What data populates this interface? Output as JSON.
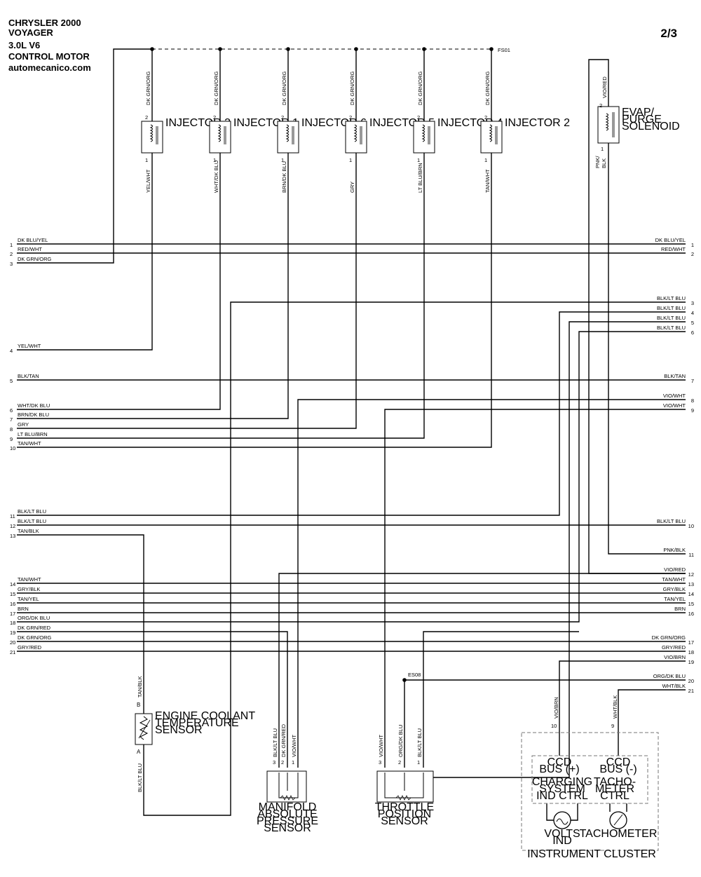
{
  "header": {
    "line1": "CHRYSLER 2000",
    "line2": "VOYAGER",
    "line3": "3.0L V6",
    "line4": "CONTROL MOTOR",
    "line5": "automecanico.com"
  },
  "page_number": "2/3",
  "splice_top": "FS01",
  "splice_bottom": "ES08",
  "injectors": [
    {
      "name": "INJECTOR 3",
      "top_wire": "DK GRN/ORG",
      "bottom_wire": "YEL/WHT"
    },
    {
      "name": "INJECTOR 1",
      "top_wire": "DK GRN/ORG",
      "bottom_wire": "WHT/DK BLU"
    },
    {
      "name": "INJECTOR 6",
      "top_wire": "DK GRN/ORG",
      "bottom_wire": "BRN/DK BLU"
    },
    {
      "name": "INJECTOR 5",
      "top_wire": "DK GRN/ORG",
      "bottom_wire": "GRY"
    },
    {
      "name": "INJECTOR 4",
      "top_wire": "DK GRN/ORG",
      "bottom_wire": "LT BLU/BRN"
    },
    {
      "name": "INJECTOR 2",
      "top_wire": "DK GRN/ORG",
      "bottom_wire": "TAN/WHT"
    }
  ],
  "evap": {
    "label": [
      "EVAP/",
      "PURGE",
      "SOLENOID"
    ],
    "top_wire": "VIO/RED",
    "bottom_wire": [
      "PNK/",
      "BLK"
    ]
  },
  "left_pins": [
    {
      "pin": "1",
      "wire": "DK BLU/YEL"
    },
    {
      "pin": "2",
      "wire": "RED/WHT"
    },
    {
      "pin": "3",
      "wire": "DK GRN/ORG"
    },
    {
      "pin": "4",
      "wire": "YEL/WHT"
    },
    {
      "pin": "5",
      "wire": "BLK/TAN"
    },
    {
      "pin": "6",
      "wire": "WHT/DK BLU"
    },
    {
      "pin": "7",
      "wire": "BRN/DK BLU"
    },
    {
      "pin": "8",
      "wire": "GRY"
    },
    {
      "pin": "9",
      "wire": "LT BLU/BRN"
    },
    {
      "pin": "10",
      "wire": "TAN/WHT"
    },
    {
      "pin": "11",
      "wire": "BLK/LT BLU"
    },
    {
      "pin": "12",
      "wire": "BLK/LT BLU"
    },
    {
      "pin": "13",
      "wire": "TAN/BLK"
    },
    {
      "pin": "14",
      "wire": "TAN/WHT"
    },
    {
      "pin": "15",
      "wire": "GRY/BLK"
    },
    {
      "pin": "16",
      "wire": "TAN/YEL"
    },
    {
      "pin": "17",
      "wire": "BRN"
    },
    {
      "pin": "18",
      "wire": "ORG/DK BLU"
    },
    {
      "pin": "19",
      "wire": "DK GRN/RED"
    },
    {
      "pin": "20",
      "wire": "DK GRN/ORG"
    },
    {
      "pin": "21",
      "wire": "GRY/RED"
    }
  ],
  "right_pins": [
    {
      "pin": "1",
      "wire": "DK BLU/YEL"
    },
    {
      "pin": "2",
      "wire": "RED/WHT"
    },
    {
      "pin": "3",
      "wire": "BLK/LT BLU"
    },
    {
      "pin": "4",
      "wire": "BLK/LT BLU"
    },
    {
      "pin": "5",
      "wire": "BLK/LT BLU"
    },
    {
      "pin": "6",
      "wire": "BLK/LT BLU"
    },
    {
      "pin": "7",
      "wire": "BLK/TAN"
    },
    {
      "pin": "8",
      "wire": "VIO/WHT"
    },
    {
      "pin": "9",
      "wire": "VIO/WHT"
    },
    {
      "pin": "10",
      "wire": "BLK/LT BLU"
    },
    {
      "pin": "11",
      "wire": "PNK/BLK"
    },
    {
      "pin": "12",
      "wire": "VIO/RED"
    },
    {
      "pin": "13",
      "wire": "TAN/WHT"
    },
    {
      "pin": "14",
      "wire": "GRY/BLK"
    },
    {
      "pin": "15",
      "wire": "TAN/YEL"
    },
    {
      "pin": "16",
      "wire": "BRN"
    },
    {
      "pin": "17",
      "wire": "DK GRN/ORG"
    },
    {
      "pin": "18",
      "wire": "GRY/RED"
    },
    {
      "pin": "19",
      "wire": "VIO/BRN"
    },
    {
      "pin": "20",
      "wire": "ORG/DK BLU"
    },
    {
      "pin": "21",
      "wire": "WHT/BLK"
    }
  ],
  "ect_sensor": {
    "label": [
      "ENGINE COOLANT",
      "TEMPERATURE",
      "SENSOR"
    ],
    "pin_b": "B",
    "pin_a": "A",
    "wire_top": "TAN/BLK",
    "wire_bottom": "BLK/LT BLU"
  },
  "map_sensor": {
    "label": [
      "MANIFOLD",
      "ABSOLUTE",
      "PRESSURE",
      "SENSOR"
    ],
    "wires": [
      "BLK/LT BLU",
      "DK GRN/RED",
      "VIO/WHT"
    ],
    "pins": [
      "3",
      "2",
      "1"
    ]
  },
  "tps_sensor": {
    "label": [
      "THROTTLE",
      "POSITION",
      "SENSOR"
    ],
    "wires": [
      "VIO/WHT",
      "ORG/DK BLU",
      "BLK/LT BLU"
    ],
    "pins": [
      "3",
      "2",
      "1"
    ]
  },
  "cluster": {
    "label": "INSTRUMENT CLUSTER",
    "wire_10": "VIO/BRN",
    "pin_10": "10",
    "wire_9": "WHT/BLK",
    "pin_9": "9",
    "ccd_pos": [
      "CCD",
      "BUS (+)"
    ],
    "ccd_neg": [
      "CCD",
      "BUS (-)"
    ],
    "charging": [
      "CHARGING",
      "SYSTEM",
      "IND CTRL"
    ],
    "tach_ctrl": [
      "TACHO-",
      "METER",
      "CTRL"
    ],
    "volts": [
      "VOLTS",
      "IND"
    ],
    "tachometer": "TACHOMETER"
  },
  "pin_label_1": "1",
  "pin_label_2": "2"
}
